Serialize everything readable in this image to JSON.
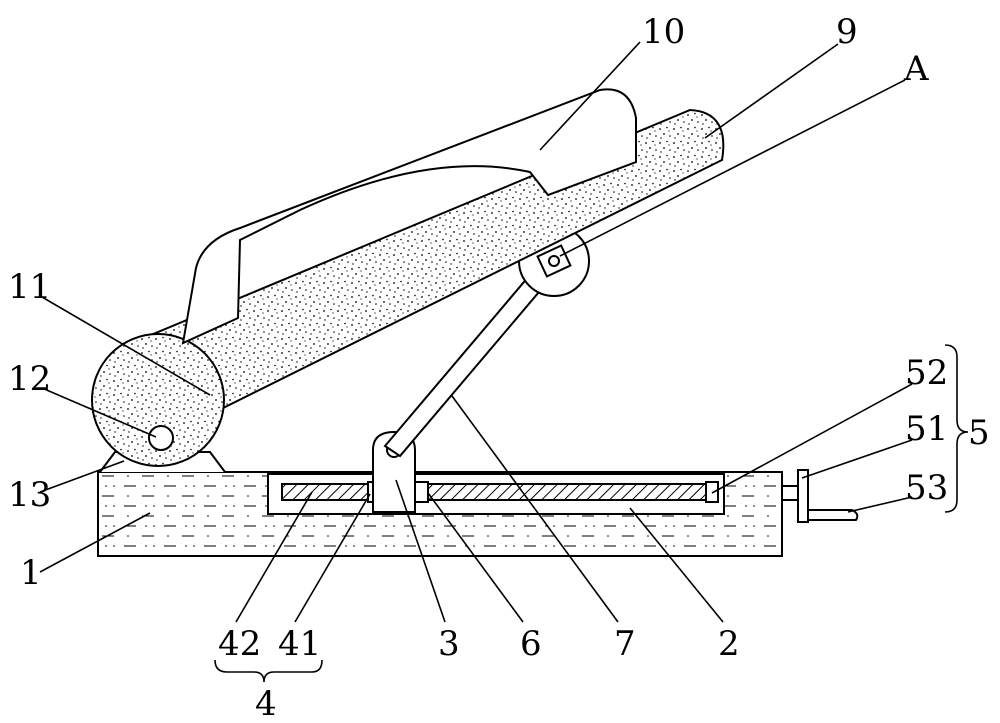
{
  "diagram": {
    "labels": {
      "l10": "10",
      "l9": "9",
      "lA": "A",
      "l11": "11",
      "l12": "12",
      "l13": "13",
      "l1": "1",
      "l52": "52",
      "l51": "51",
      "l53": "53",
      "l5": "5",
      "l42": "42",
      "l41": "41",
      "l4": "4",
      "l3": "3",
      "l6": "6",
      "l7": "7",
      "l2": "2"
    },
    "colors": {
      "stroke": "#000000",
      "background": "#ffffff",
      "fill_stipple": "#ffffff",
      "fill_screw": "#ffffff"
    }
  }
}
